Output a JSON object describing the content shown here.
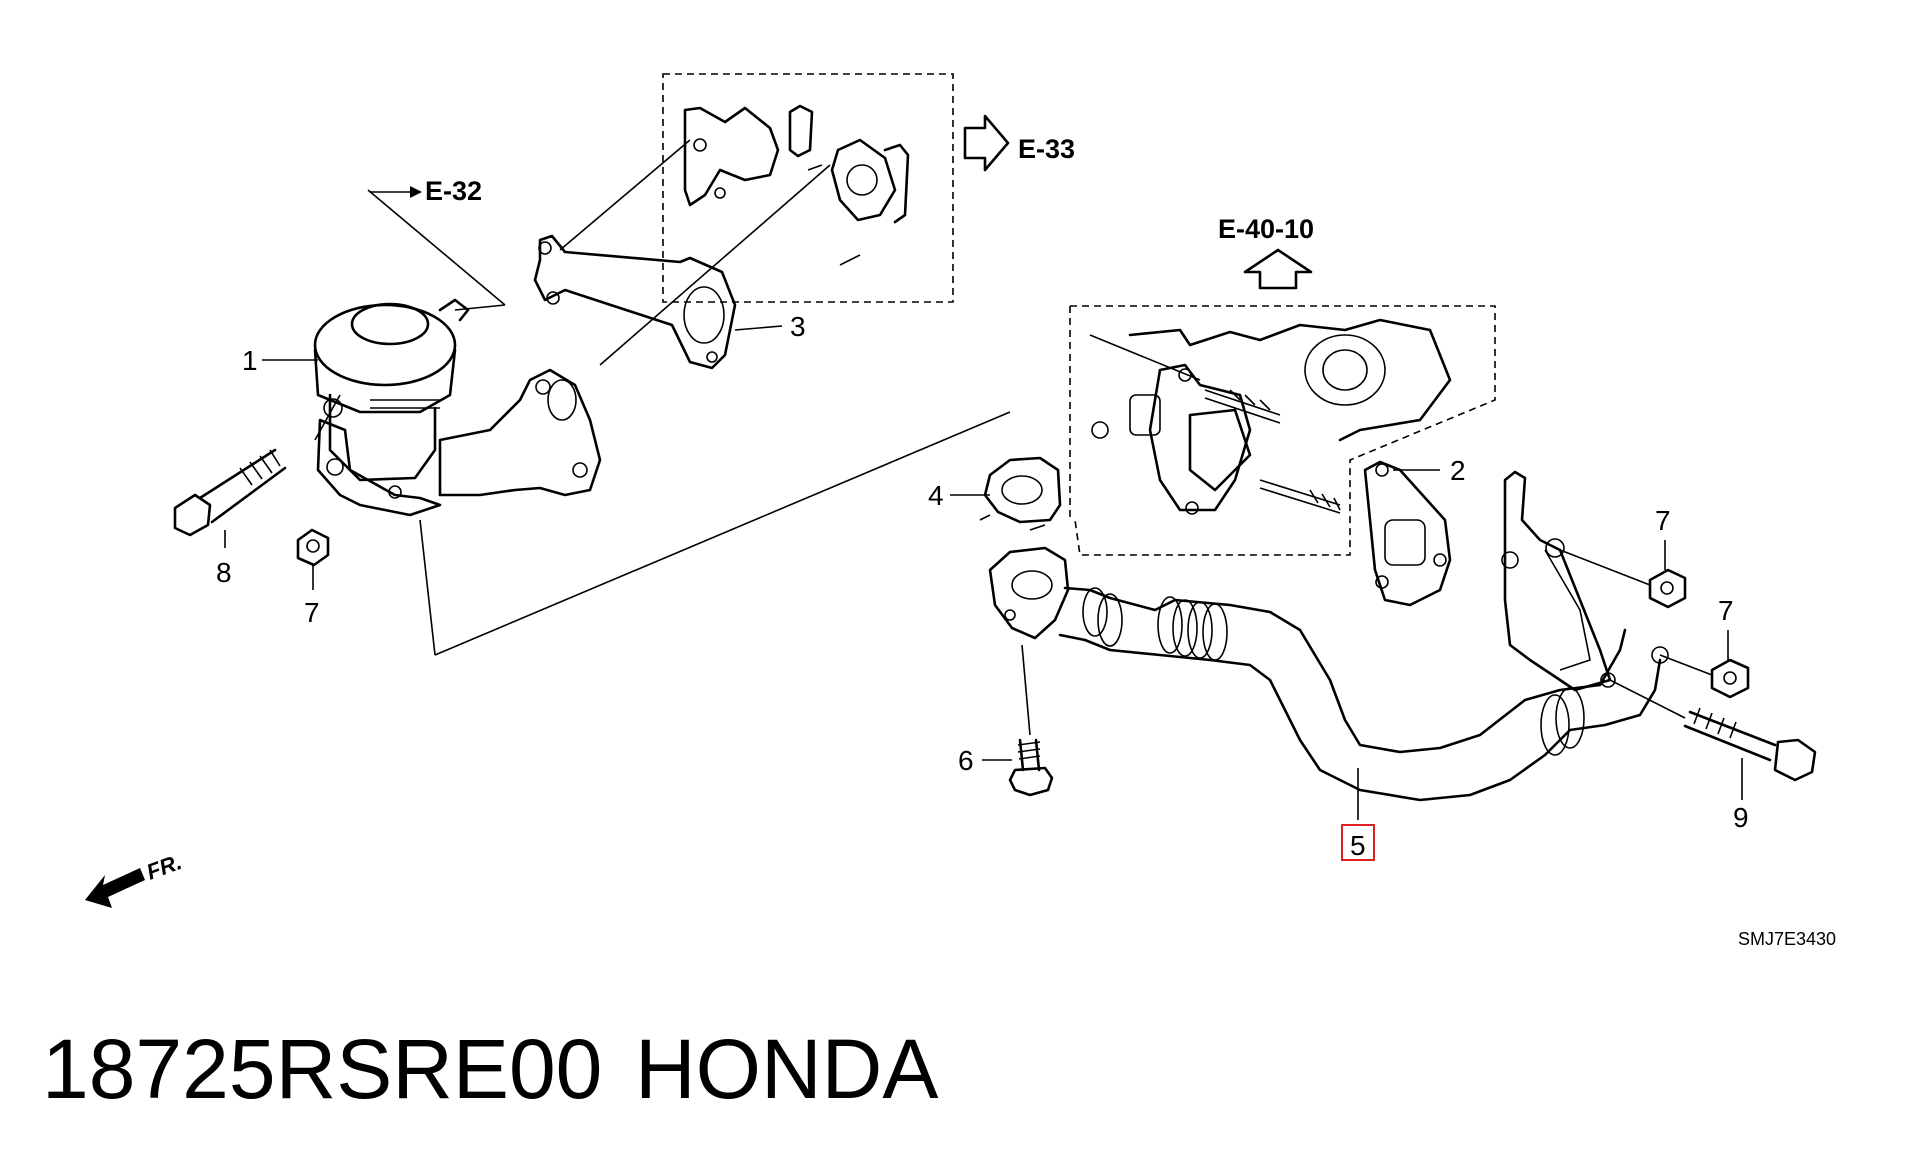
{
  "references": {
    "e32": "E-32",
    "e33": "E-33",
    "e40": "E-40-10"
  },
  "callouts": {
    "c1": "1",
    "c2": "2",
    "c3": "3",
    "c4": "4",
    "c5": "5",
    "c6": "6",
    "c7a": "7",
    "c7b": "7",
    "c7c": "7",
    "c8": "8",
    "c9": "9"
  },
  "front_label": "FR.",
  "diagram_code": "SMJ7E3430",
  "title": {
    "part_number": "18725RSRE00",
    "brand": "HONDA"
  },
  "colors": {
    "highlight": "#e02020",
    "line": "#000000"
  }
}
